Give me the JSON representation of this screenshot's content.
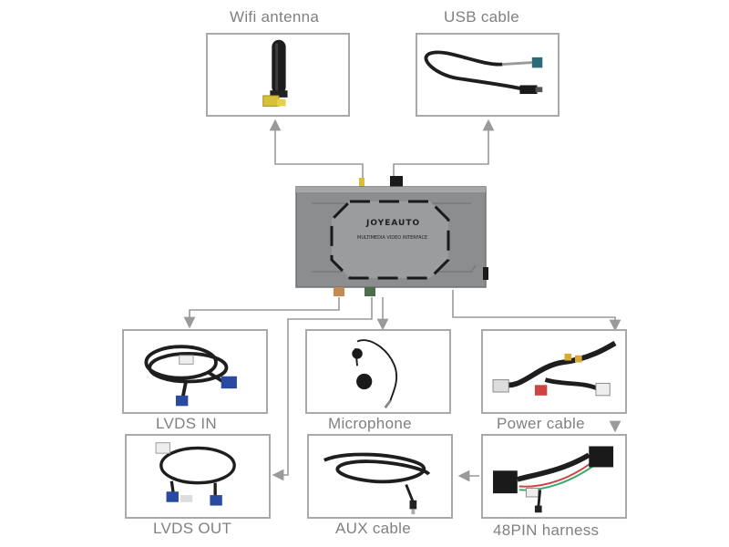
{
  "components": {
    "wifi": "Wifi antenna",
    "usb": "USB cable",
    "lvds_in": "LVDS IN",
    "microphone": "Microphone",
    "power": "Power cable",
    "lvds_out": "LVDS OUT",
    "aux": "AUX cable",
    "harness": "48PIN harness"
  },
  "device": {
    "brand": "JOYEAUTO",
    "subtitle": "MULTIMEDIA VIDEO INTERFACE"
  },
  "colors": {
    "border": "#a9a9a9",
    "arrow": "#9a9a9a",
    "label": "#808080",
    "device_body": "#8b8d8f"
  }
}
